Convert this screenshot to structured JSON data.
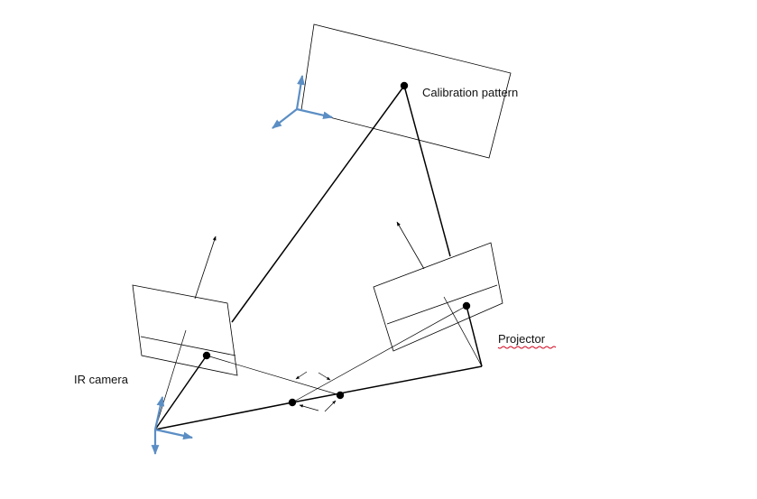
{
  "labels": {
    "calibration_pattern": "Calibration pattern",
    "ir_camera": "IR camera",
    "projector": "Projector"
  },
  "colors": {
    "line": "#000000",
    "axis": "#5b8ec4",
    "spellcheck": "#d0021b"
  }
}
